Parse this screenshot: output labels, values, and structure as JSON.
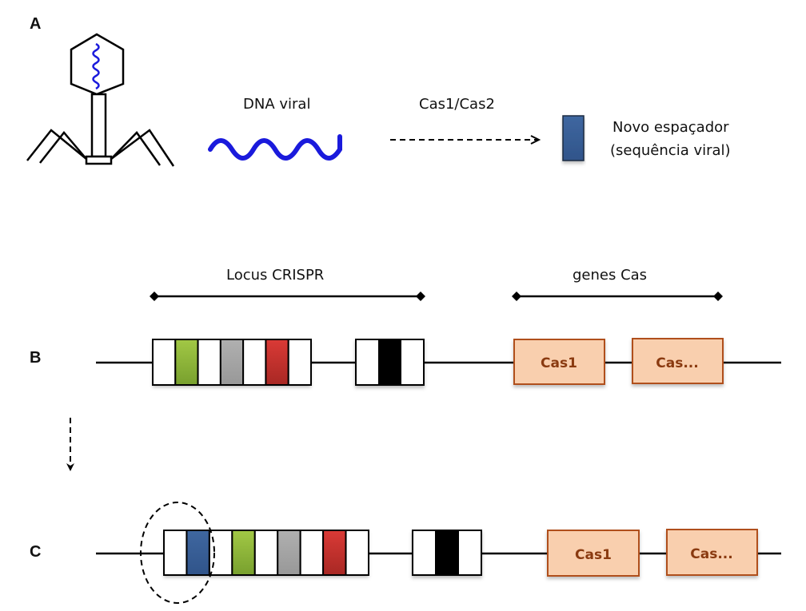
{
  "panels": {
    "a": "A",
    "b": "B",
    "c": "C"
  },
  "panel_a": {
    "phage_icon": "bacteriophage",
    "dna_label": "DNA viral",
    "arrow_label": "Cas1/Cas2",
    "spacer_label_line1": "Novo espaçador",
    "spacer_label_line2": "(sequência viral)"
  },
  "brackets": {
    "crispr": "Locus CRISPR",
    "cas": "genes Cas"
  },
  "genes": {
    "cas1": "Cas1",
    "cas_more": "Cas..."
  },
  "colors": {
    "viral_dna": "#1a1adc",
    "new_spacer": "#3a6096",
    "spacer_green": "#8cb83a",
    "spacer_gray": "#a6a6a6",
    "spacer_red": "#c8302c",
    "leader": "#000000",
    "cas_fill": "#f9cfae",
    "cas_border": "#b0501c"
  },
  "row_b": {
    "array_segments": [
      "repeat",
      "green",
      "repeat",
      "gray",
      "repeat",
      "red",
      "repeat"
    ]
  },
  "row_c": {
    "array_segments": [
      "repeat",
      "new",
      "repeat",
      "green",
      "repeat",
      "gray",
      "repeat",
      "red",
      "repeat"
    ]
  }
}
